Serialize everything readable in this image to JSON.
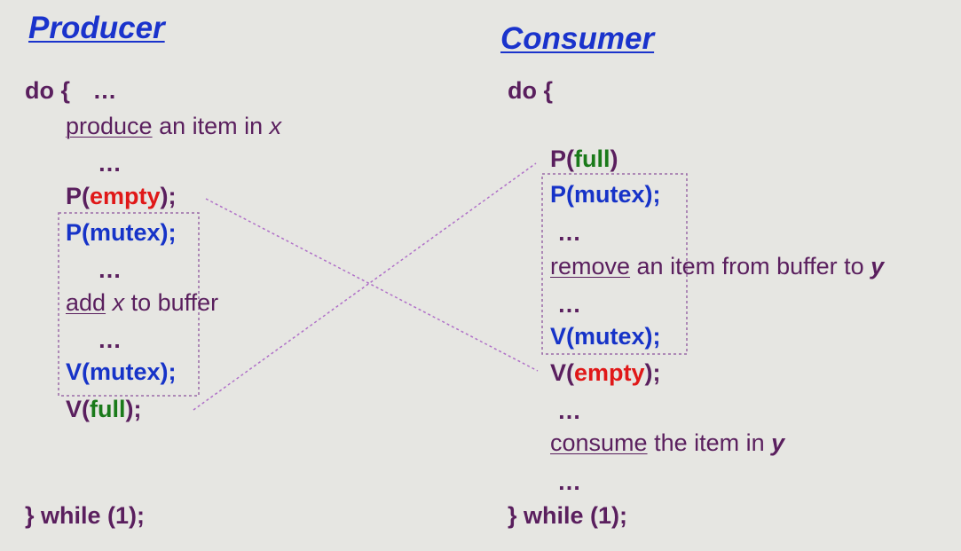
{
  "producer": {
    "title": "Producer",
    "do_open": "do {",
    "dots_top": "…",
    "produce_word": "produce",
    "produce_rest": " an item in ",
    "produce_var": "x",
    "dots1": "…",
    "p_empty": {
      "pre": "P(",
      "arg": "empty",
      "post": ");"
    },
    "p_mutex": "P(mutex);",
    "dots2": "…",
    "add_word": "add",
    "add_var": "x",
    "add_rest": " to buffer",
    "dots3": "…",
    "v_mutex": "V(mutex);",
    "v_full": {
      "pre": "V(",
      "arg": "full",
      "post": ");"
    },
    "while_close": "} while (1);"
  },
  "consumer": {
    "title": "Consumer",
    "do_open": "do {",
    "p_full": {
      "pre": "P(",
      "arg": "full",
      "post": ")"
    },
    "p_mutex": "P(mutex);",
    "dots1": "…",
    "remove_word": "remove",
    "remove_rest": " an item from buffer to ",
    "remove_var": "y",
    "dots2": "…",
    "v_mutex": "V(mutex);",
    "v_empty": {
      "pre": "V(",
      "arg": "empty",
      "post": ");"
    },
    "dots3": "…",
    "consume_word": "consume",
    "consume_rest": " the item in ",
    "consume_var": "y",
    "dots4": "…",
    "while_close": "} while (1);"
  },
  "colors": {
    "keyword": "#5a1f5e",
    "mutex": "#1633c8",
    "empty": "#e01818",
    "full": "#1a7a1a",
    "title": "#1a33cc",
    "connector": "#b070c8"
  }
}
